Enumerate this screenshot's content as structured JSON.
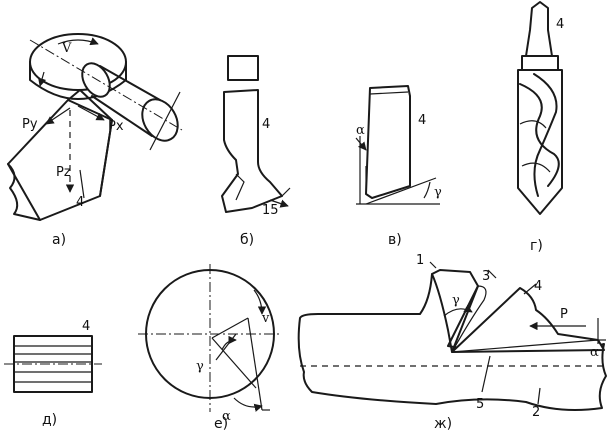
{
  "panels": {
    "a": {
      "caption": "а)",
      "v": "V",
      "py": "Py",
      "px": "Px",
      "pz": "Pz",
      "tool": "4"
    },
    "b": {
      "caption": "б)",
      "tool": "4",
      "edge": "15"
    },
    "v": {
      "caption": "в)",
      "tool": "4",
      "alpha": "α",
      "gamma": "γ"
    },
    "g": {
      "caption": "г)",
      "tool": "4"
    },
    "d": {
      "caption": "д)",
      "tool": "4"
    },
    "e": {
      "caption": "е)",
      "v": "v",
      "gamma": "γ",
      "alpha": "α"
    },
    "zh": {
      "caption": "ж)",
      "n1": "1",
      "n2": "2",
      "n3": "3",
      "n4": "4",
      "n5": "5",
      "gamma": "γ",
      "alpha": "α",
      "force": "P"
    }
  }
}
